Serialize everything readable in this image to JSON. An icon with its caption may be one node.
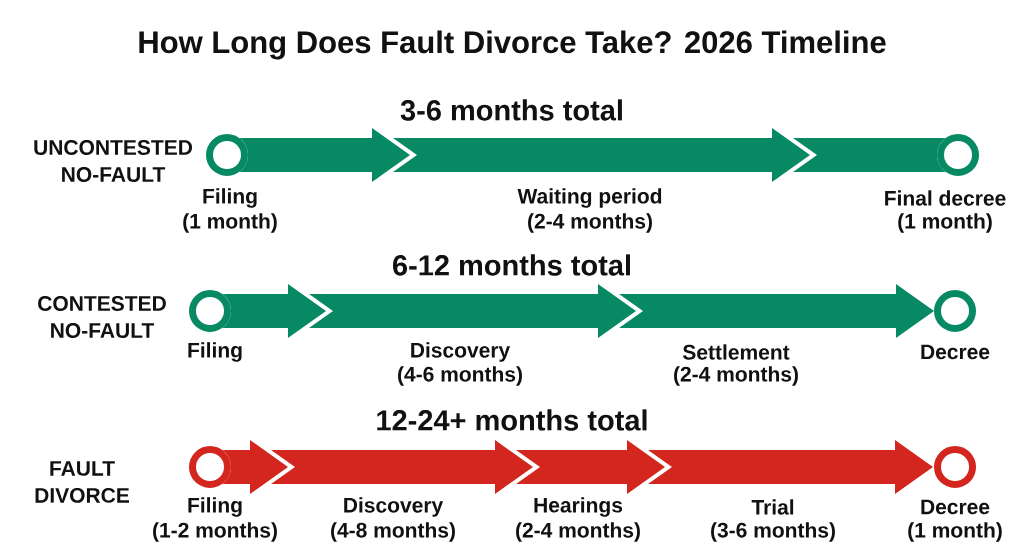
{
  "diagram": {
    "title": "How Long Does Fault Divorce Take? 2026 Timeline",
    "nodes": [
      {
        "text": [],
        "shape": "circle",
        "beside": [
          "Filing",
          "(1 month)"
        ]
      },
      {
        "text": [],
        "shape": "arrow"
      },
      {
        "text": [],
        "shape": "arrow",
        "beside": [
          "Waiting period",
          "(2-4 months)"
        ]
      },
      {
        "text": [],
        "shape": "bar"
      },
      {
        "text": [],
        "shape": "circle",
        "beside": [
          "Final decree",
          "(1 month)"
        ]
      },
      {
        "text": [],
        "shape": "circle",
        "beside": [
          "Filing"
        ]
      },
      {
        "text": [],
        "shape": "arrow"
      },
      {
        "text": [],
        "shape": "arrow",
        "beside": [
          "Discovery",
          "(4-6 months)"
        ]
      },
      {
        "text": [],
        "shape": "arrow",
        "beside": [
          "Settlement",
          "(2-4 months)"
        ]
      },
      {
        "text": [],
        "shape": "circle",
        "beside": [
          "Decree"
        ]
      },
      {
        "text": [],
        "shape": "circle",
        "beside": [
          "Filing",
          "(1-2 months)"
        ]
      },
      {
        "text": [],
        "shape": "arrow"
      },
      {
        "text": [],
        "shape": "arrow",
        "beside": [
          "Discovery",
          "(4-8 months)"
        ]
      },
      {
        "text": [],
        "shape": "arrow",
        "beside": [
          "Hearings",
          "(2-4 months)"
        ]
      },
      {
        "text": [],
        "shape": "arrow",
        "beside": [
          "Trial",
          "(3-6 months)"
        ]
      },
      {
        "text": [],
        "shape": "circle",
        "beside": [
          "Decree",
          "(1 month)"
        ]
      }
    ],
    "labels": [
      "3-6 months total",
      "UNCONTESTED NO-FAULT",
      "6-12 months total",
      "CONTESTED NO-FAULT",
      "12-24+ months total",
      "FAULT DIVORCE"
    ]
  }
}
